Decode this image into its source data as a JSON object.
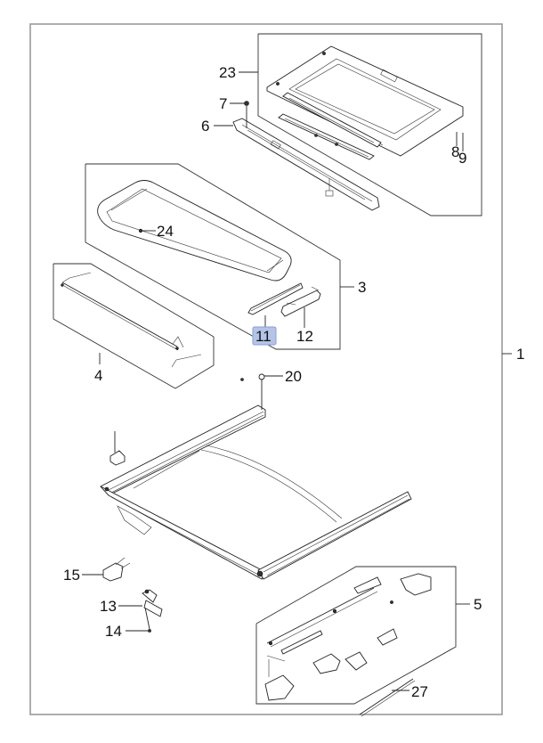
{
  "diagram": {
    "title": "",
    "highlight_color": "#b4c4e8",
    "highlighted_part": "11",
    "callouts": [
      {
        "id": "1",
        "label": "1"
      },
      {
        "id": "3",
        "label": "3"
      },
      {
        "id": "4",
        "label": "4"
      },
      {
        "id": "5",
        "label": "5"
      },
      {
        "id": "6",
        "label": "6"
      },
      {
        "id": "7",
        "label": "7"
      },
      {
        "id": "8",
        "label": "8"
      },
      {
        "id": "9",
        "label": "9"
      },
      {
        "id": "11",
        "label": "11"
      },
      {
        "id": "12",
        "label": "12"
      },
      {
        "id": "13",
        "label": "13"
      },
      {
        "id": "14",
        "label": "14"
      },
      {
        "id": "15",
        "label": "15"
      },
      {
        "id": "20",
        "label": "20"
      },
      {
        "id": "23",
        "label": "23"
      },
      {
        "id": "24",
        "label": "24"
      },
      {
        "id": "27",
        "label": "27"
      }
    ]
  }
}
